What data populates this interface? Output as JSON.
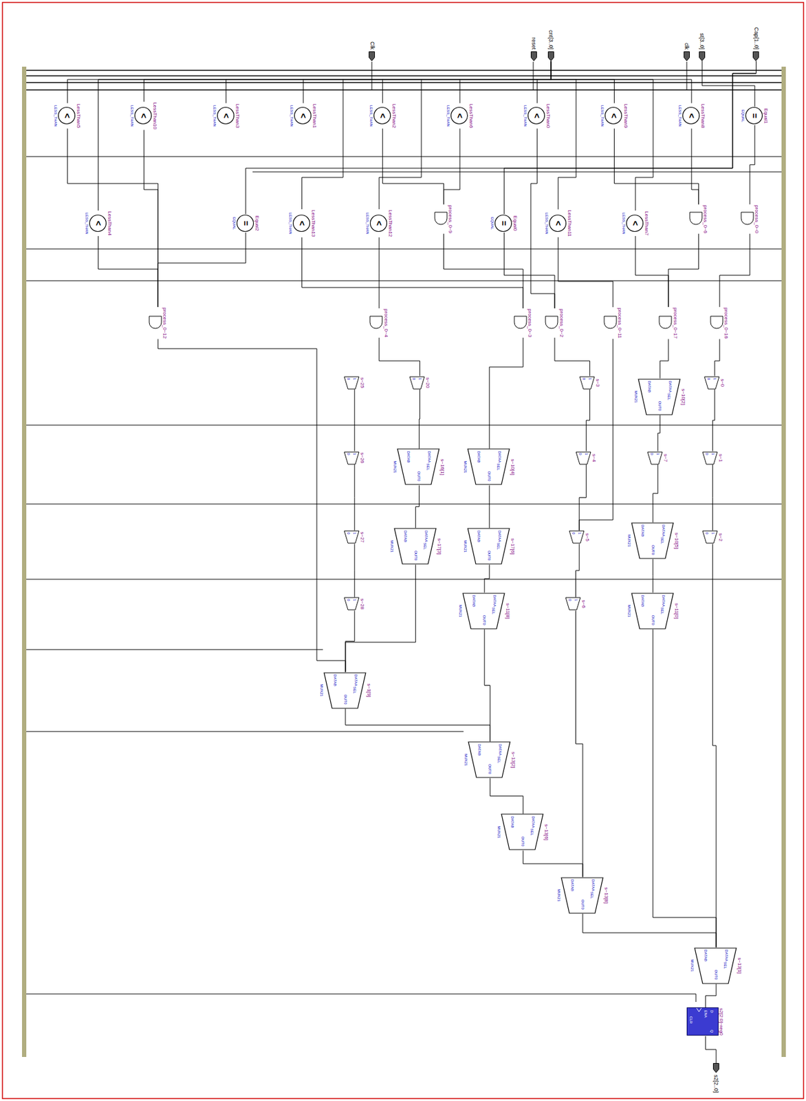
{
  "diagram": {
    "nodes": [
      {
        "text": [
          "Clk"
        ]
      },
      {
        "text": [
          "reset"
        ]
      },
      {
        "text": [
          "cnt[3..0]"
        ]
      },
      {
        "text": [
          "clk"
        ]
      },
      {
        "text": [
          "st[3..0]"
        ]
      },
      {
        "text": [
          "Cap[1..0]"
        ]
      },
      {
        "text": [
          "LessThan5",
          "<",
          "LESS_THAN"
        ]
      },
      {
        "text": [
          "LessThan10",
          "<",
          "LESS_THAN"
        ]
      },
      {
        "text": [
          "LessThan3",
          "<",
          "LESS_THAN"
        ]
      },
      {
        "text": [
          "LessThan1",
          "<",
          "LESS_THAN"
        ]
      },
      {
        "text": [
          "LessThan2",
          "<",
          "LESS_THAN"
        ]
      },
      {
        "text": [
          "LessThan6",
          "<",
          "LESS_THAN"
        ]
      },
      {
        "text": [
          "LessThan0",
          "<",
          "LESS_THAN"
        ]
      },
      {
        "text": [
          "LessThan9",
          "<",
          "LESS_THAN"
        ]
      },
      {
        "text": [
          "LessThan8",
          "<",
          "LESS_THAN"
        ]
      },
      {
        "text": [
          "Equal1",
          "=",
          "EQUAL"
        ]
      },
      {
        "text": [
          "LessThan4",
          "<",
          "LESS_THAN"
        ]
      },
      {
        "text": [
          "Equal2",
          "=",
          "EQUAL"
        ]
      },
      {
        "text": [
          "LessThan13",
          "<",
          "LESS_THAN"
        ]
      },
      {
        "text": [
          "LessThan12",
          "<",
          "LESS_THAN"
        ]
      },
      {
        "text": [
          "process_0~9"
        ]
      },
      {
        "text": [
          "Equal0",
          "=",
          "EQUAL"
        ]
      },
      {
        "text": [
          "LessThan11",
          "<",
          "LESS_THAN"
        ]
      },
      {
        "text": [
          "LessThan7",
          "<",
          "LESS_THAN"
        ]
      },
      {
        "text": [
          "process_0~6"
        ]
      },
      {
        "text": [
          "process_0~0"
        ]
      },
      {
        "text": [
          "process_0~12"
        ]
      },
      {
        "text": [
          "process_0~4"
        ]
      },
      {
        "text": [
          "process_0~3"
        ]
      },
      {
        "text": [
          "process_0~2"
        ]
      },
      {
        "text": [
          "process_0~11"
        ]
      },
      {
        "text": [
          "process_0~17"
        ]
      },
      {
        "text": [
          "process_0~16"
        ]
      },
      {
        "text": [
          "s~25",
          "1",
          "0"
        ]
      },
      {
        "text": [
          "s~20",
          "1",
          "0"
        ]
      },
      {
        "text": [
          "s~3",
          "1",
          "0"
        ]
      },
      {
        "text": [
          "s~10[2]",
          "DATAA",
          "DATAB",
          "SEL",
          "OUT0",
          "MUX21"
        ]
      },
      {
        "text": [
          "s~0",
          "1",
          "0"
        ]
      },
      {
        "text": [
          "s~26",
          "1",
          "0"
        ]
      },
      {
        "text": [
          "s~16[1]",
          "DATAA",
          "DATAB",
          "SEL",
          "OUT0",
          "MUX21"
        ]
      },
      {
        "text": [
          "s~10[4]",
          "DATAA",
          "DATAB",
          "SEL",
          "OUT0",
          "MUX21"
        ]
      },
      {
        "text": [
          "s~4",
          "1",
          "0"
        ]
      },
      {
        "text": [
          "s~7",
          "1",
          "0"
        ]
      },
      {
        "text": [
          "s~1",
          "1",
          "0"
        ]
      },
      {
        "text": [
          "s~27",
          "1",
          "0"
        ]
      },
      {
        "text": [
          "s~17[3]",
          "DATAA",
          "DATAB",
          "SEL",
          "OUT0",
          "MUX21"
        ]
      },
      {
        "text": [
          "s~17[6]",
          "DATAA",
          "DATAB",
          "SEL",
          "OUT0",
          "MUX21"
        ]
      },
      {
        "text": [
          "s~5",
          "1",
          "0"
        ]
      },
      {
        "text": [
          "s~10[5]",
          "DATAA",
          "DATAB",
          "SEL",
          "OUT0",
          "MUX21"
        ]
      },
      {
        "text": [
          "s~2",
          "1",
          "0"
        ]
      },
      {
        "text": [
          "s~28",
          "1",
          "0"
        ]
      },
      {
        "text": [
          "s~11[8]",
          "DATAA",
          "DATAB",
          "SEL",
          "OUT0",
          "MUX21"
        ]
      },
      {
        "text": [
          "s~6",
          "1",
          "0"
        ]
      },
      {
        "text": [
          "s~11[0]",
          "DATAA",
          "DATAB",
          "SEL",
          "OUT0",
          "MUX21"
        ]
      },
      {
        "text": [
          "s~1[9]",
          "DATAA",
          "DATAB",
          "SEL",
          "OUT0",
          "MUX21"
        ]
      },
      {
        "text": [
          "s~13[2]",
          "DATAA",
          "DATAB",
          "SEL",
          "OUT0",
          "MUX21"
        ]
      },
      {
        "text": [
          "s~13[6]",
          "DATAA",
          "DATAB",
          "SEL",
          "OUT0",
          "MUX21"
        ]
      },
      {
        "text": [
          "s~13[8]",
          "DATAA",
          "DATAB",
          "SEL",
          "OUT0",
          "MUX21"
        ]
      },
      {
        "text": [
          "s~13[1]",
          "DATAA",
          "DATAB",
          "SEL",
          "OUT0",
          "MUX21"
        ]
      },
      {
        "text": [
          "s2[2:0]~reg0",
          "D",
          "Q",
          "ENA",
          "CLR"
        ]
      },
      {
        "text": [
          "s2[2..0]"
        ]
      }
    ],
    "edges": [
      {
        "from": 2,
        "to": 6,
        "arrow": "none"
      },
      {
        "from": 2,
        "to": 7,
        "arrow": "none"
      },
      {
        "from": 2,
        "to": 8,
        "arrow": "none"
      },
      {
        "from": 2,
        "to": 9,
        "arrow": "none"
      },
      {
        "from": 2,
        "to": 10,
        "arrow": "none"
      },
      {
        "from": 2,
        "to": 11,
        "arrow": "none"
      },
      {
        "from": 2,
        "to": 12,
        "arrow": "none"
      },
      {
        "from": 2,
        "to": 13,
        "arrow": "none"
      },
      {
        "from": 2,
        "to": 14,
        "arrow": "none"
      },
      {
        "from": 2,
        "to": 16,
        "arrow": "none"
      },
      {
        "from": 2,
        "to": 18,
        "arrow": "none"
      },
      {
        "from": 2,
        "to": 19,
        "arrow": "none"
      },
      {
        "from": 2,
        "to": 22,
        "arrow": "none"
      },
      {
        "from": 2,
        "to": 23,
        "arrow": "none"
      },
      {
        "from": 4,
        "to": 15,
        "arrow": "none"
      },
      {
        "from": 5,
        "to": 21,
        "arrow": "none"
      },
      {
        "from": 5,
        "to": 17,
        "arrow": "none"
      },
      {
        "from": 6,
        "to": 26,
        "arrow": "none"
      },
      {
        "from": 7,
        "to": 26,
        "arrow": "none"
      },
      {
        "from": 16,
        "to": 26,
        "arrow": "none"
      },
      {
        "from": 17,
        "to": 26,
        "arrow": "none"
      },
      {
        "from": 10,
        "to": 20,
        "arrow": "none"
      },
      {
        "from": 11,
        "to": 20,
        "arrow": "none"
      },
      {
        "from": 19,
        "to": 27,
        "arrow": "none"
      },
      {
        "from": 20,
        "to": 28,
        "arrow": "none"
      },
      {
        "from": 18,
        "to": 28,
        "arrow": "none"
      },
      {
        "from": 21,
        "to": 29,
        "arrow": "none"
      },
      {
        "from": 12,
        "to": 29,
        "arrow": "none"
      },
      {
        "from": 22,
        "to": 30,
        "arrow": "none"
      },
      {
        "from": 13,
        "to": 24,
        "arrow": "none"
      },
      {
        "from": 14,
        "to": 24,
        "arrow": "none"
      },
      {
        "from": 23,
        "to": 31,
        "arrow": "none"
      },
      {
        "from": 24,
        "to": 31,
        "arrow": "none"
      },
      {
        "from": 15,
        "to": 25,
        "arrow": "none"
      },
      {
        "from": 25,
        "to": 32,
        "arrow": "none"
      },
      {
        "from": 26,
        "to": 54,
        "arrow": "none"
      },
      {
        "from": 27,
        "to": 34,
        "arrow": "none"
      },
      {
        "from": 28,
        "to": 40,
        "arrow": "none"
      },
      {
        "from": 29,
        "to": 35,
        "arrow": "none"
      },
      {
        "from": 30,
        "to": 47,
        "arrow": "none"
      },
      {
        "from": 31,
        "to": 36,
        "arrow": "none"
      },
      {
        "from": 32,
        "to": 37,
        "arrow": "none"
      },
      {
        "from": 33,
        "to": 38,
        "arrow": "none"
      },
      {
        "from": 38,
        "to": 44,
        "arrow": "none"
      },
      {
        "from": 44,
        "to": 50,
        "arrow": "none"
      },
      {
        "from": 50,
        "to": 54,
        "arrow": "none"
      },
      {
        "from": 34,
        "to": 39,
        "arrow": "none"
      },
      {
        "from": 39,
        "to": 45,
        "arrow": "none"
      },
      {
        "from": 45,
        "to": 54,
        "arrow": "none"
      },
      {
        "from": 40,
        "to": 46,
        "arrow": "none"
      },
      {
        "from": 46,
        "to": 51,
        "arrow": "none"
      },
      {
        "from": 51,
        "to": 55,
        "arrow": "none"
      },
      {
        "from": 35,
        "to": 41,
        "arrow": "none"
      },
      {
        "from": 41,
        "to": 47,
        "arrow": "none"
      },
      {
        "from": 47,
        "to": 52,
        "arrow": "none"
      },
      {
        "from": 52,
        "to": 57,
        "arrow": "none"
      },
      {
        "from": 36,
        "to": 42,
        "arrow": "none"
      },
      {
        "from": 42,
        "to": 48,
        "arrow": "none"
      },
      {
        "from": 48,
        "to": 53,
        "arrow": "none"
      },
      {
        "from": 53,
        "to": 58,
        "arrow": "none"
      },
      {
        "from": 37,
        "to": 43,
        "arrow": "none"
      },
      {
        "from": 43,
        "to": 49,
        "arrow": "none"
      },
      {
        "from": 49,
        "to": 58,
        "arrow": "none"
      },
      {
        "from": 54,
        "to": 55,
        "arrow": "none"
      },
      {
        "from": 55,
        "to": 56,
        "arrow": "none"
      },
      {
        "from": 56,
        "to": 57,
        "arrow": "none"
      },
      {
        "from": 57,
        "to": 58,
        "arrow": "none"
      },
      {
        "from": 58,
        "to": 59,
        "arrow": "none"
      },
      {
        "from": 59,
        "to": 60,
        "arrow": "none"
      }
    ]
  }
}
